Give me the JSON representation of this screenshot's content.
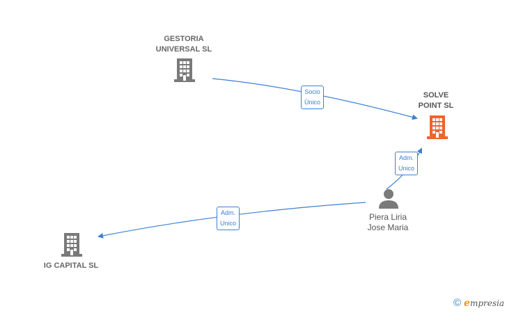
{
  "nodes": {
    "gestoria": {
      "line1": "GESTORIA",
      "line2": "UNIVERSAL  SL",
      "color": "#7a7a7a",
      "icon": "building-icon"
    },
    "solve": {
      "line1": "SOLVE",
      "line2": "POINT SL",
      "color": "#f0642d",
      "icon": "building-icon"
    },
    "piera": {
      "line1": "Piera Liria",
      "line2": "Jose Maria",
      "color": "#7a7a7a",
      "icon": "person-icon"
    },
    "igcapital": {
      "line1": "IG CAPITAL SL",
      "color": "#7a7a7a",
      "icon": "building-icon"
    }
  },
  "edges": {
    "socio": {
      "line1": "Socio",
      "line2": "Único"
    },
    "adm1": {
      "line1": "Adm.",
      "line2": "Unico"
    },
    "adm2": {
      "line1": "Adm.",
      "line2": "Unico"
    }
  },
  "colors": {
    "edge": "#3c7fd4"
  },
  "footer": {
    "copyright": "©",
    "brand_e": "e",
    "brand_rest": "mpresia"
  }
}
